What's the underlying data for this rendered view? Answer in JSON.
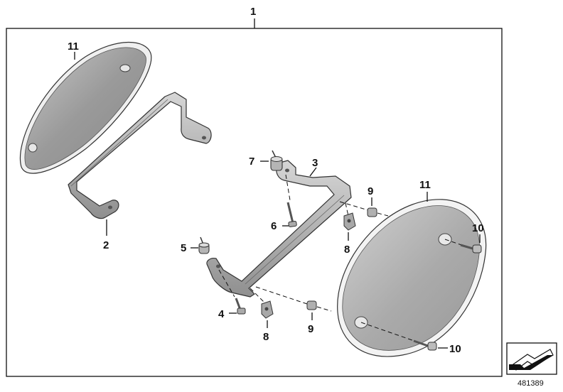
{
  "diagram": {
    "assembly_callout": "1",
    "drawing_number": "481389",
    "callouts": {
      "cover_left": "11",
      "cover_right": "11",
      "bracket_left": "2",
      "bracket_right": "3",
      "screw_lower": "4",
      "cap_lower": "5",
      "screw_upper": "6",
      "cap_upper": "7",
      "nut_upper": "8",
      "nut_lower": "8",
      "spacer_upper": "9",
      "spacer_lower": "9",
      "bolt_upper": "10",
      "bolt_lower": "10"
    }
  },
  "colors": {
    "metal": "#a9a9a9",
    "metal_light": "#d3d3d3",
    "metal_dark": "#7d7d7d",
    "outline": "#111111"
  },
  "icons": {
    "corner_symbol": "arrow-icon"
  }
}
